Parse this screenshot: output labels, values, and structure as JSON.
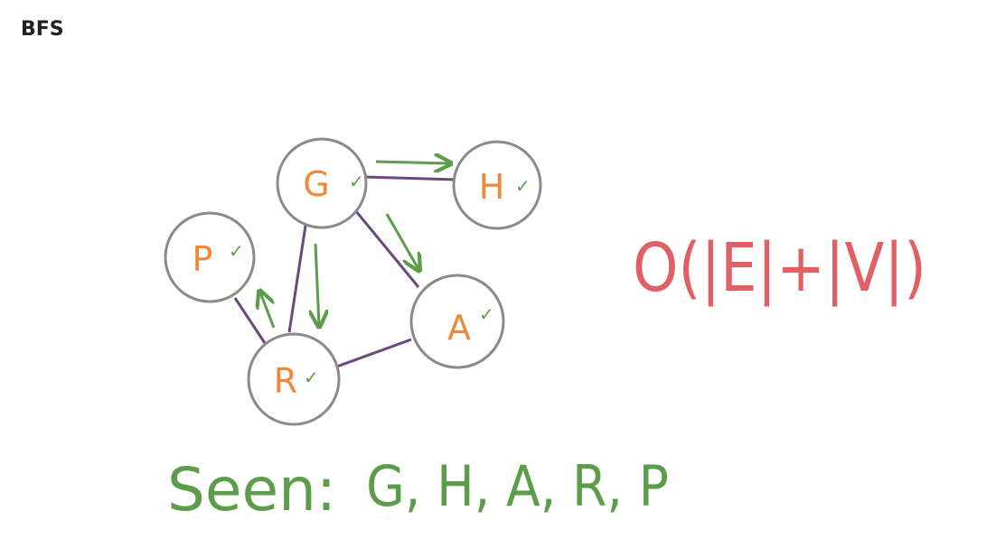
{
  "page": {
    "title": "BFS"
  },
  "graph": {
    "nodes": [
      {
        "id": "G",
        "label": "G",
        "mark": "✓"
      },
      {
        "id": "H",
        "label": "H",
        "mark": "✓"
      },
      {
        "id": "P",
        "label": "P",
        "mark": "✓"
      },
      {
        "id": "A",
        "label": "A",
        "mark": "✓"
      },
      {
        "id": "R",
        "label": "R",
        "mark": "✓"
      }
    ],
    "edges": [
      [
        "G",
        "H"
      ],
      [
        "G",
        "A"
      ],
      [
        "G",
        "R"
      ],
      [
        "A",
        "R"
      ],
      [
        "P",
        "R"
      ]
    ],
    "traversal_arrows": [
      [
        "G",
        "H"
      ],
      [
        "G",
        "A"
      ],
      [
        "G",
        "R"
      ],
      [
        "R",
        "P"
      ]
    ]
  },
  "complexity": {
    "text": "O(|E|+|V|)"
  },
  "seen": {
    "label": "Seen:",
    "order_text": "G, H, A, R, P"
  },
  "colors": {
    "node_stroke": "#8a8a8a",
    "node_label": "#f0883a",
    "edge": "#6b4a7a",
    "arrow": "#5c9c4a",
    "complexity": "#e06066",
    "seen": "#5c9c4a"
  }
}
